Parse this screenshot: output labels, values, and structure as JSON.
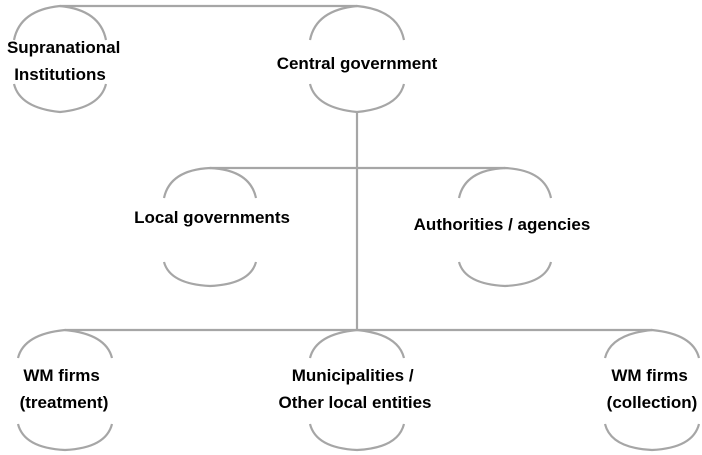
{
  "diagram": {
    "line_color": "#a6a6a6",
    "text_color": "#000000",
    "nodes": [
      {
        "id": "supranational",
        "lines": [
          "Supranational",
          "Institutions"
        ]
      },
      {
        "id": "central",
        "lines": [
          "Central government"
        ]
      },
      {
        "id": "local-gov",
        "lines": [
          "Local governments"
        ]
      },
      {
        "id": "authorities",
        "lines": [
          "Authorities / agencies"
        ]
      },
      {
        "id": "wm-treatment",
        "lines": [
          "WM firms",
          "(treatment)"
        ]
      },
      {
        "id": "municipalities",
        "lines": [
          "Municipalities /",
          "Other local entities"
        ]
      },
      {
        "id": "wm-collection",
        "lines": [
          "WM firms",
          "(collection)"
        ]
      }
    ]
  }
}
